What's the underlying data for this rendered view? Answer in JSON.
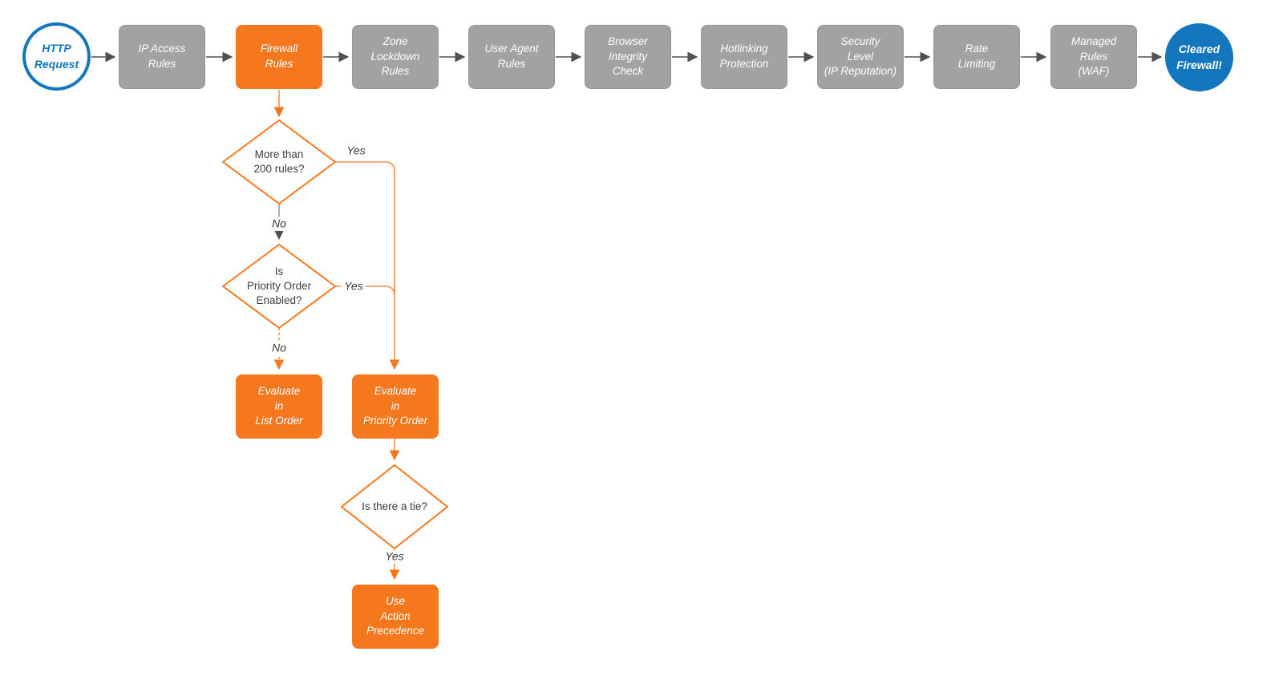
{
  "flow": {
    "start": {
      "label": "HTTP\nRequest"
    },
    "end": {
      "label": "Cleared\nFirewall!"
    },
    "pipeline": [
      {
        "label": "IP Access\nRules"
      },
      {
        "label": "Firewall\nRules",
        "highlight": true
      },
      {
        "label": "Zone\nLockdown\nRules"
      },
      {
        "label": "User Agent\nRules"
      },
      {
        "label": "Browser\nIntegrity\nCheck"
      },
      {
        "label": "Hotlinking\nProtection"
      },
      {
        "label": "Security\nLevel\n(IP Reputation)"
      },
      {
        "label": "Rate\nLimiting"
      },
      {
        "label": "Managed\nRules\n(WAF)"
      }
    ],
    "decisions": [
      {
        "label": "More than\n200 rules?"
      },
      {
        "label": "Is\nPriority Order\nEnabled?"
      },
      {
        "label": "Is there a tie?"
      }
    ],
    "actions": [
      {
        "label": "Evaluate\nin\nList Order"
      },
      {
        "label": "Evaluate\nin\nPriority Order"
      },
      {
        "label": "Use\nAction\nPrecedence"
      }
    ],
    "branches": {
      "more_than_200_yes": "Yes",
      "more_than_200_no": "No",
      "priority_enabled_yes": "Yes",
      "priority_enabled_no": "No",
      "tie_yes": "Yes"
    }
  },
  "colors": {
    "accent_orange": "#f5781e",
    "node_gray": "#a2a2a2",
    "accent_blue": "#1477bd",
    "connector_gray": "#505050",
    "text_dark": "#3f3f3f",
    "text_light": "#ffffff",
    "background": "#ffffff"
  }
}
